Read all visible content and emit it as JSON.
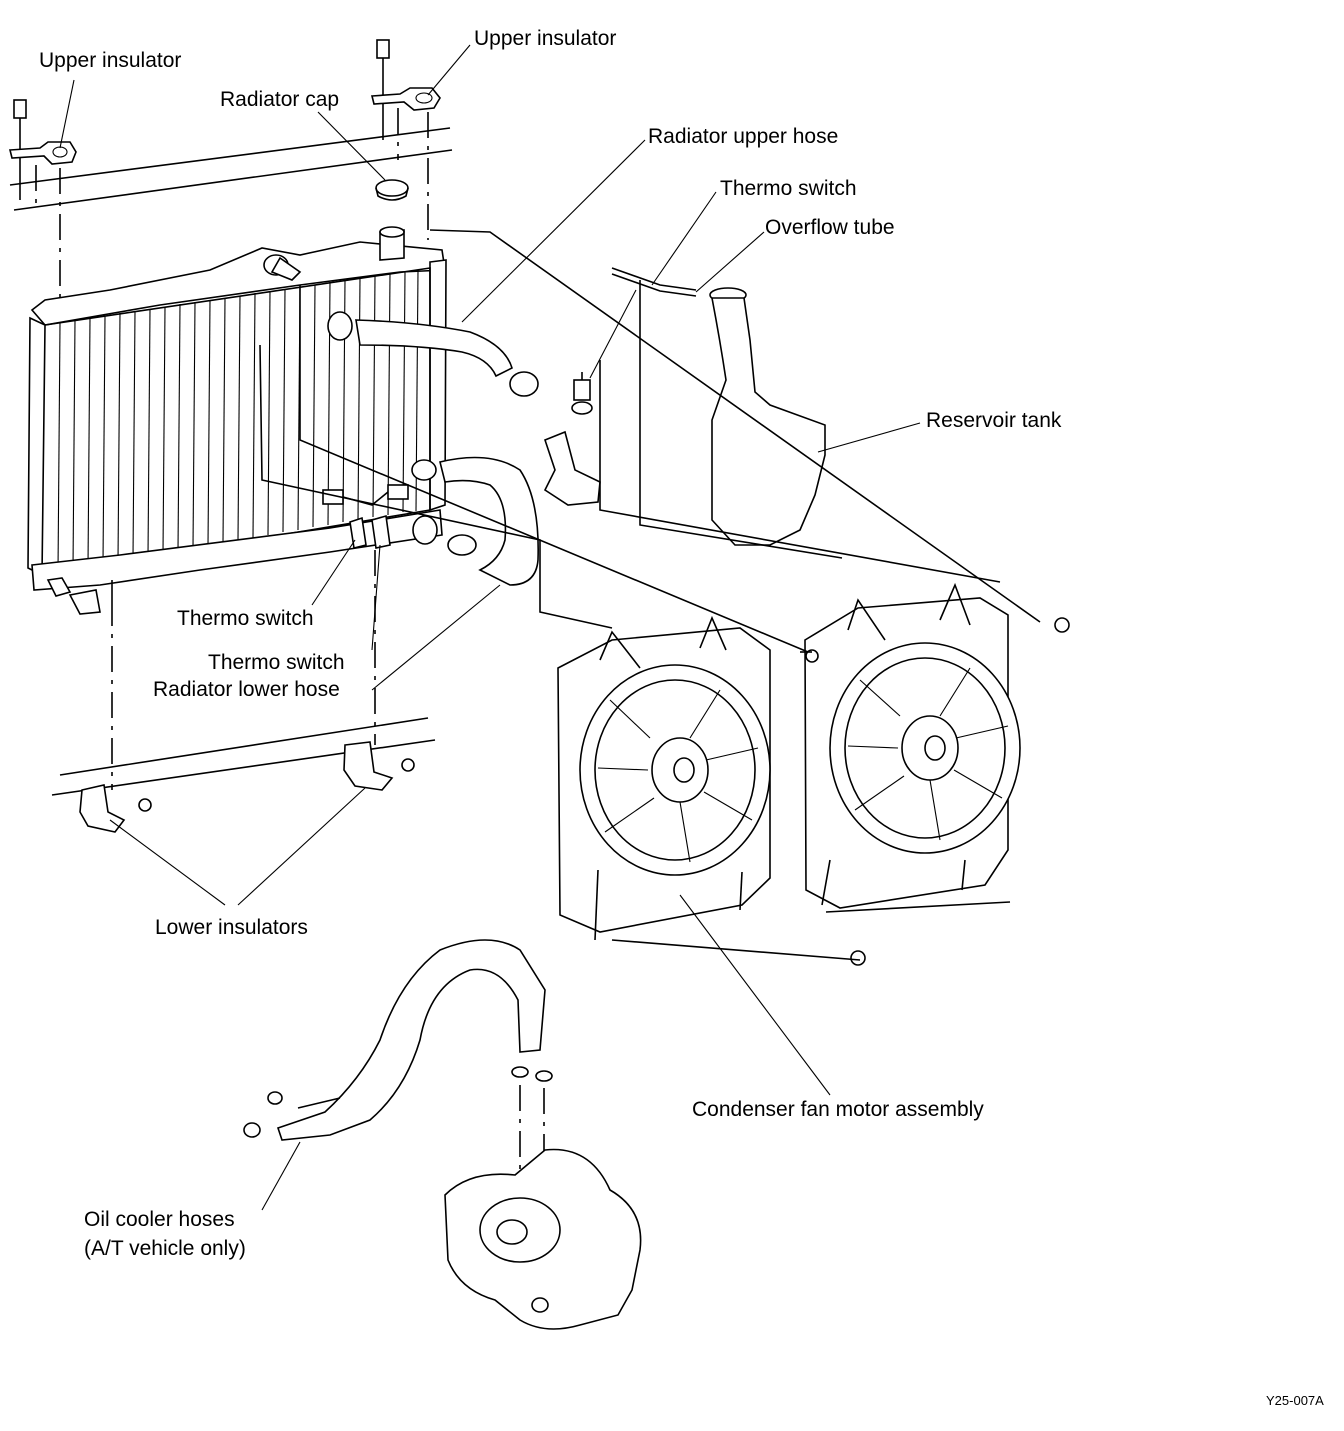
{
  "labels": {
    "upper_insulator_left": "Upper insulator",
    "upper_insulator_right": "Upper insulator",
    "radiator_cap": "Radiator cap",
    "radiator_upper_hose": "Radiator upper hose",
    "thermo_switch_top": "Thermo switch",
    "overflow_tube": "Overflow tube",
    "reservoir_tank": "Reservoir tank",
    "thermo_switch_lower_1": "Thermo switch",
    "thermo_switch_lower_2": "Thermo switch",
    "radiator_lower_hose": "Radiator lower hose",
    "lower_insulators": "Lower insulators",
    "condenser_fan_motor_assembly": "Condenser fan motor  assembly",
    "oil_cooler_hoses_line1": "Oil cooler hoses",
    "oil_cooler_hoses_line2": "(A/T vehicle only)"
  },
  "figure_code": "Y25-007A"
}
